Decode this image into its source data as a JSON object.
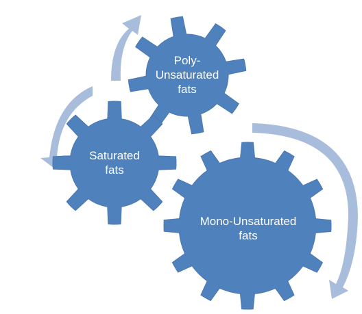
{
  "gears": [
    {
      "id": "polyunsaturated",
      "lines": [
        "Poly-",
        "Unsaturated",
        "fats"
      ],
      "teeth": 8,
      "color": "#4f81bd"
    },
    {
      "id": "saturated",
      "lines": [
        "Saturated",
        "fats"
      ],
      "teeth": 8,
      "color": "#4f81bd"
    },
    {
      "id": "monounsaturated",
      "lines": [
        "Mono-Unsaturated",
        "fats"
      ],
      "teeth": 12,
      "color": "#4f81bd"
    }
  ],
  "arrow_color": "#a8bcdc",
  "text_color": "#ffffff"
}
